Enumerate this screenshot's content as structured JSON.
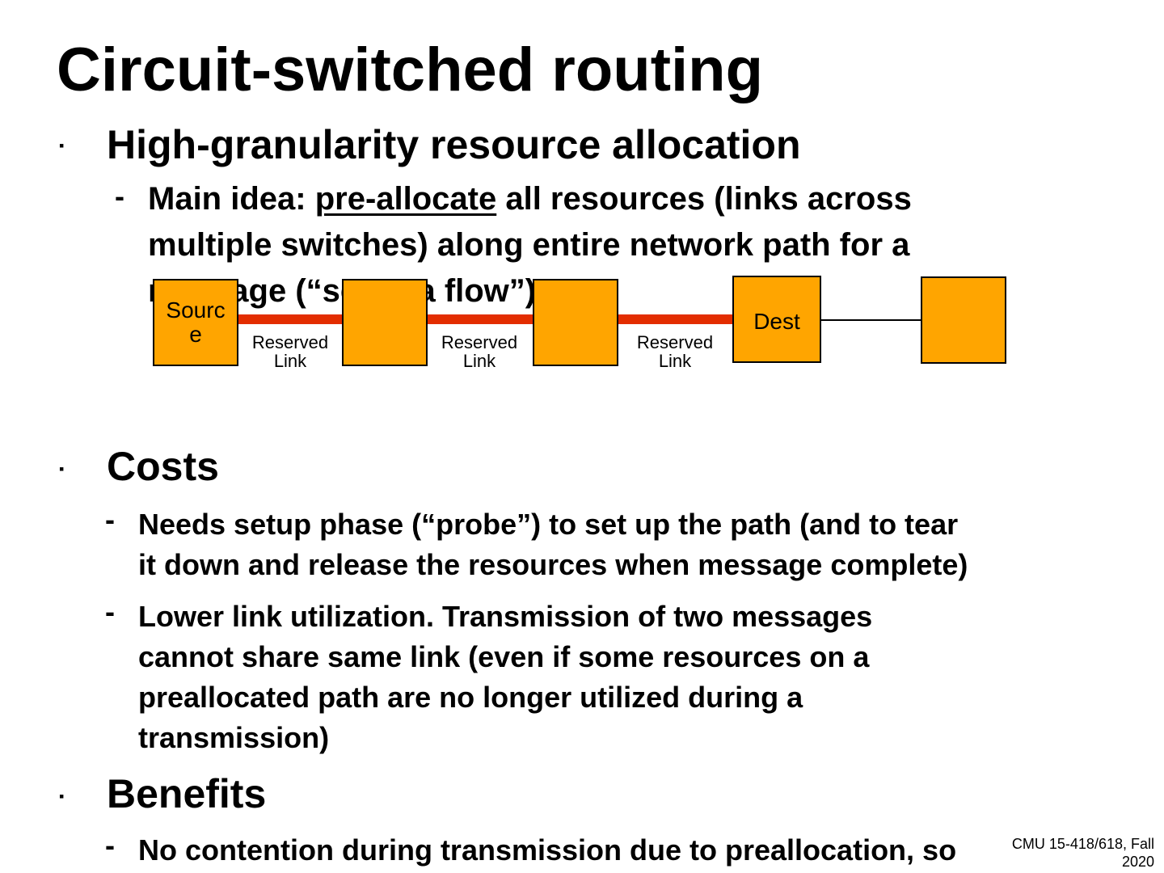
{
  "slide": {
    "title": "Circuit-switched routing",
    "sections": [
      {
        "heading": "High-granularity resource allocation",
        "items": [
          {
            "line1_pre": "Main idea: ",
            "line1_underlined": "pre-allocate",
            "line1_post": " all resources (links across",
            "line2": "multiple switches) along entire network path for a",
            "line3": "message (“setup a flow”)"
          }
        ]
      },
      {
        "heading": "Costs",
        "items": [
          {
            "lines": [
              "Needs setup phase (“probe”) to set up the path (and to tear",
              "it down and release the resources when message complete)"
            ]
          },
          {
            "lines": [
              "Lower link utilization.  Transmission of two messages",
              "cannot share same link (even if some resources on a",
              "preallocated path are no longer utilized during a",
              "transmission)"
            ]
          }
        ]
      },
      {
        "heading": "Benefits",
        "items": [
          {
            "lines": [
              "No contention during transmission due to preallocation, so"
            ]
          }
        ]
      }
    ],
    "bullet_symbol": "▪",
    "dash_symbol": "-"
  },
  "diagram": {
    "source_label_1": "Sourc",
    "source_label_2": "e",
    "dest_label": "Dest",
    "reserved_links": [
      {
        "line1": "Reserved",
        "line2": "Link"
      },
      {
        "line1": "Reserved",
        "line2": "Link"
      },
      {
        "line1": "Reserved",
        "line2": "Link"
      }
    ],
    "colors": {
      "node_fill": "#ffa500",
      "reserved_link": "#e32d00"
    }
  },
  "footer": {
    "course": "CMU 15-418/618, Fall",
    "year": "2020"
  }
}
